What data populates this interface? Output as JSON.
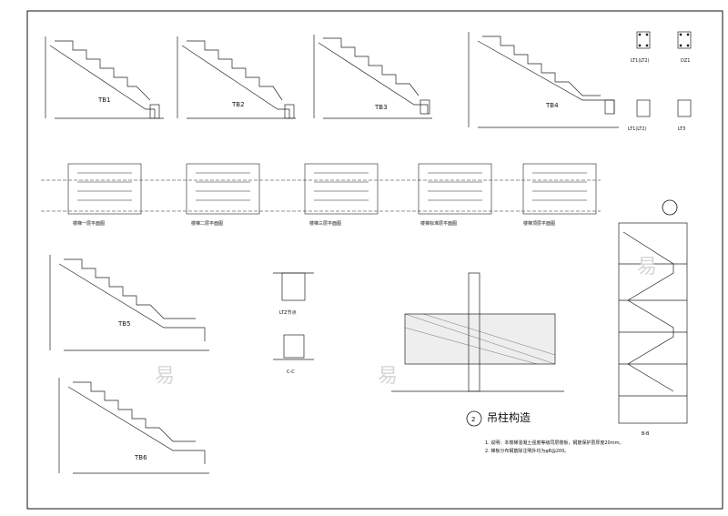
{
  "drawing": {
    "stair_details": [
      "TB1",
      "TB2",
      "TB3",
      "TB4",
      "TB5",
      "TB6"
    ],
    "column_sections": [
      "LT1(LT2)",
      "DZ1",
      "LT1(LT2)",
      "LT3"
    ],
    "plan_titles": [
      "楼梯一层平面图",
      "楼梯二层平面图",
      "楼梯三层平面图",
      "楼梯标准层平面图",
      "楼梯顶层平面图"
    ],
    "node_title": "LTZ节点",
    "section_cc": "C-C",
    "hanging_column_title": "吊柱构造",
    "hanging_column_number": "2",
    "section_bb": "B-B",
    "notes": [
      "1. 说明：本楼梯混凝土强度等级同层楼板，钢筋保护层厚度20mm。",
      "2. 梯板分布钢筋除注明外均为φ8@200。"
    ],
    "watermark": "易"
  }
}
